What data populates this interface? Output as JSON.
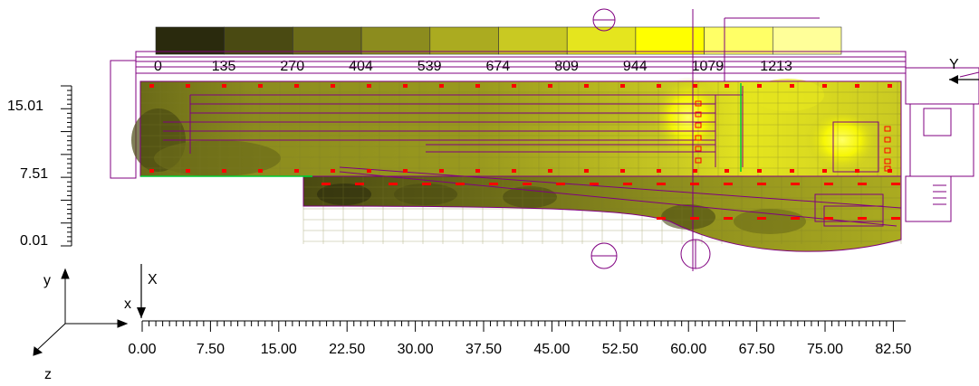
{
  "legend": {
    "values": [
      "0",
      "135",
      "270",
      "404",
      "539",
      "674",
      "809",
      "944",
      "1079",
      "1213"
    ],
    "colors": [
      "#2a2a0d",
      "#4a4a12",
      "#6b6b18",
      "#8c8c1e",
      "#abab20",
      "#c9c922",
      "#e5e51e",
      "#ffff00",
      "#ffff66",
      "#ffff99"
    ]
  },
  "x_axis": {
    "ticks": [
      "0.00",
      "7.50",
      "15.00",
      "22.50",
      "30.00",
      "37.50",
      "45.00",
      "52.50",
      "60.00",
      "67.50",
      "75.00",
      "82.50"
    ]
  },
  "y_axis": {
    "ticks": [
      "15.01",
      "7.51",
      "0.01"
    ]
  },
  "axes_labels": {
    "x_arrow": "X",
    "y_arrow": "Y",
    "triad_x": "x",
    "triad_y": "y",
    "triad_z": "z"
  },
  "colors": {
    "plan_lines": "#800080",
    "luminaire": "#ff0000",
    "highlight": "#00cc33"
  }
}
